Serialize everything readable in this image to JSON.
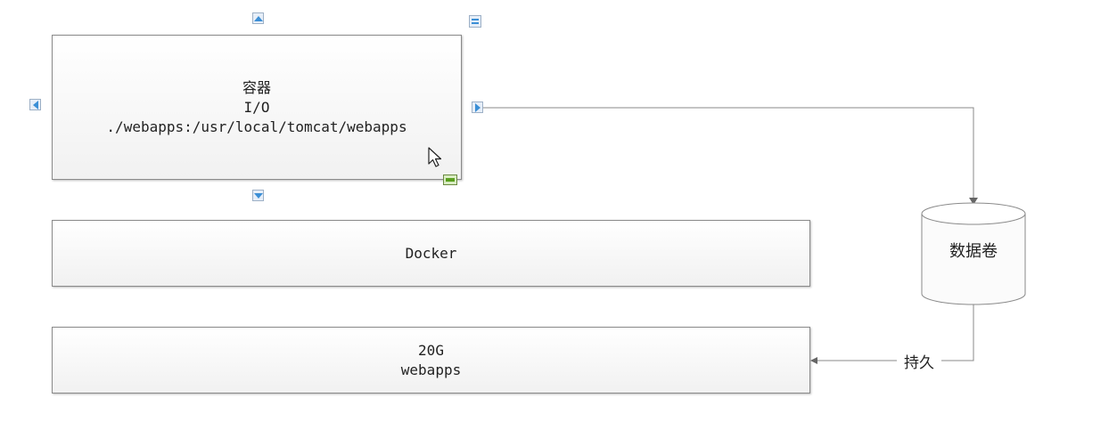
{
  "container": {
    "title": "容器",
    "io": "I/O",
    "mount": "./webapps:/usr/local/tomcat/webapps"
  },
  "docker": {
    "label": "Docker"
  },
  "storage": {
    "size": "20G",
    "dir": "webapps"
  },
  "volume": {
    "label": "数据卷"
  },
  "edge": {
    "label": "持久"
  },
  "colors": {
    "border": "#8a8a8a",
    "handle_blue": "#3b8fd6",
    "resize_green": "#5aa01e",
    "connector": "#888888"
  }
}
